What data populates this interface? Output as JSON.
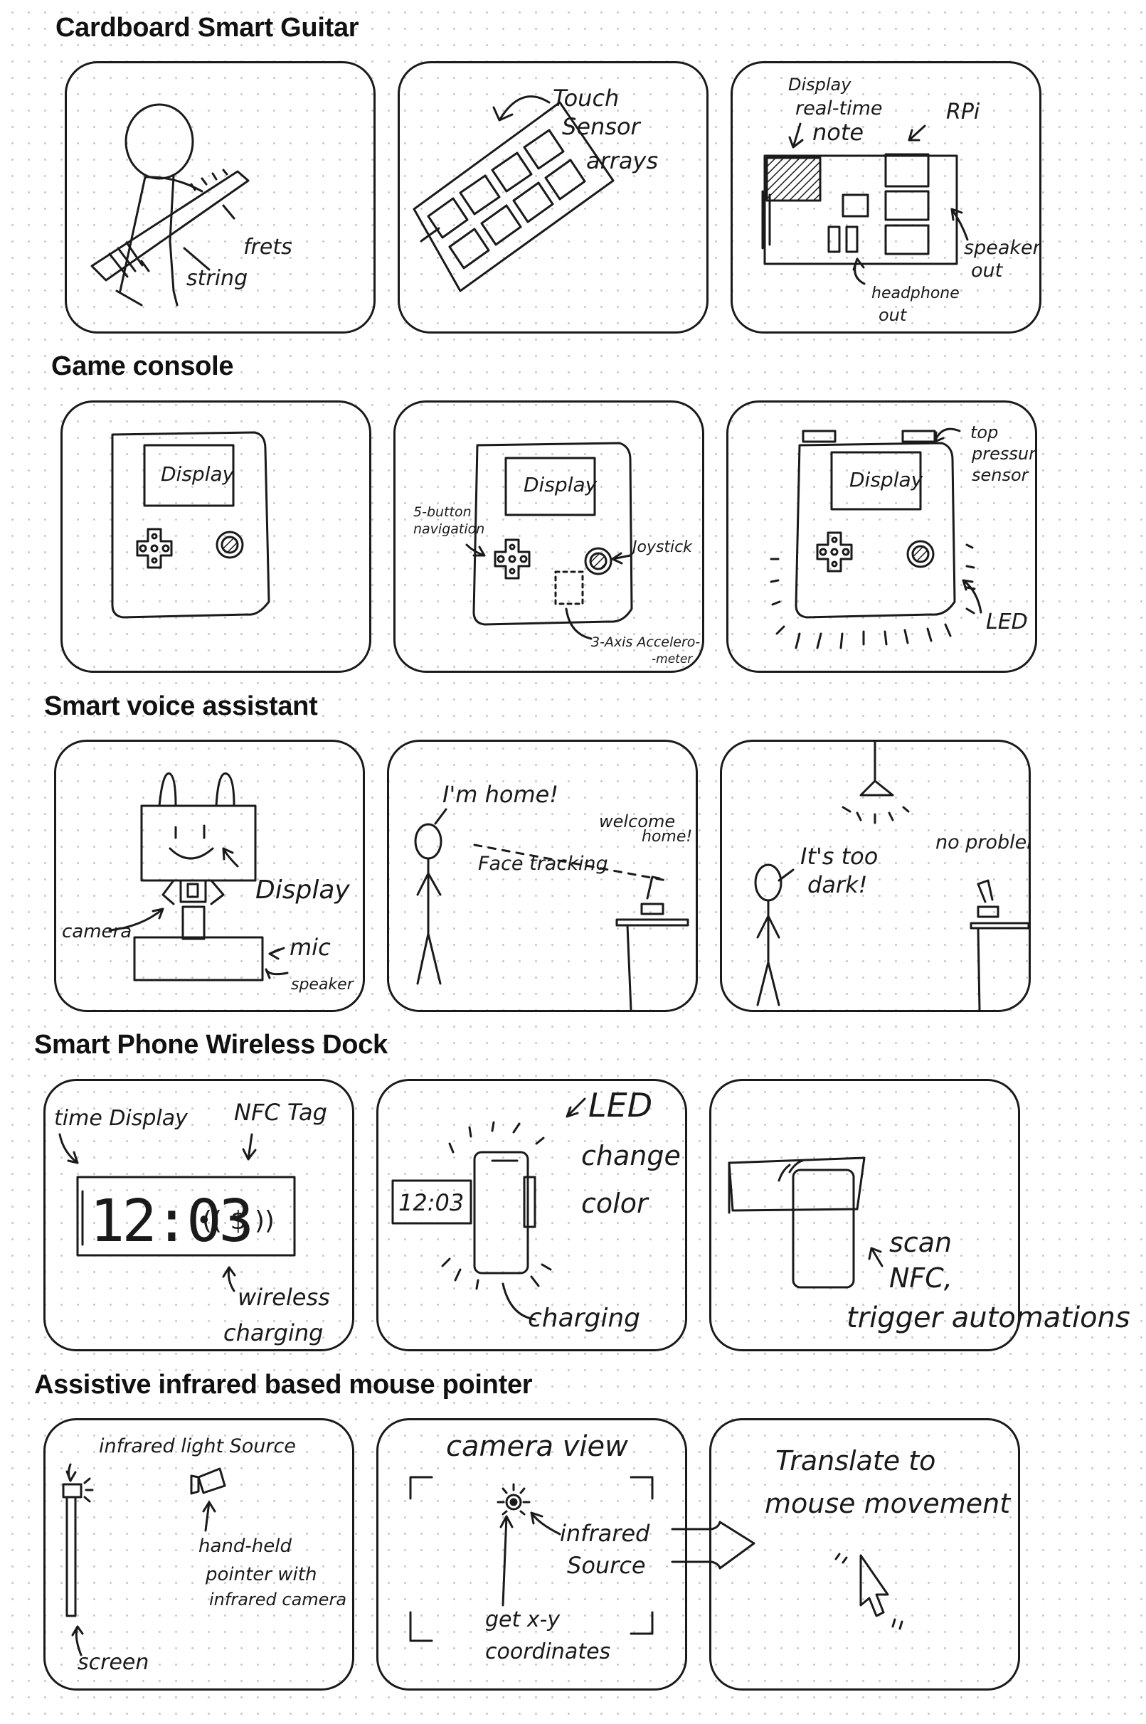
{
  "sections": [
    {
      "title": "Cardboard Smart Guitar",
      "panels": [
        {
          "labels": [
            "frets",
            "string"
          ]
        },
        {
          "labels": [
            "Touch",
            "Sensor",
            "arrays"
          ]
        },
        {
          "labels": [
            "Display",
            "real-time",
            "note",
            "RPi",
            "speaker",
            "out",
            "headphone",
            "out"
          ]
        }
      ]
    },
    {
      "title": "Game console",
      "panels": [
        {
          "labels": [
            "Display"
          ]
        },
        {
          "labels": [
            "Display",
            "5-button",
            "navigation",
            "Joystick",
            "3-Axis Accelero-",
            "-meter"
          ]
        },
        {
          "labels": [
            "Display",
            "top",
            "pressure",
            "sensor",
            "LED"
          ]
        }
      ]
    },
    {
      "title": "Smart voice assistant",
      "panels": [
        {
          "labels": [
            "Display",
            "camera",
            "mic",
            "speaker"
          ]
        },
        {
          "labels": [
            "I'm home!",
            "Face tracking",
            "welcome",
            "home!"
          ]
        },
        {
          "labels": [
            "It's too",
            "dark!",
            "no problem!"
          ]
        }
      ]
    },
    {
      "title": "Smart Phone Wireless Dock",
      "panels": [
        {
          "labels": [
            "time Display",
            "NFC Tag",
            "12:03",
            "(( $ ))",
            "wireless",
            "charging"
          ]
        },
        {
          "labels": [
            "LED",
            "change",
            "color",
            "12:03",
            "charging"
          ]
        },
        {
          "labels": [
            "scan",
            "NFC,",
            "trigger automations"
          ]
        }
      ]
    },
    {
      "title": "Assistive infrared based mouse pointer",
      "panels": [
        {
          "labels": [
            "infrared light Source",
            "hand-held",
            "pointer with",
            "infrared camera",
            "screen"
          ]
        },
        {
          "labels": [
            "camera view",
            "infrared",
            "Source",
            "get x-y",
            "coordinates"
          ]
        },
        {
          "labels": [
            "Translate to",
            "mouse movement"
          ]
        }
      ]
    }
  ]
}
